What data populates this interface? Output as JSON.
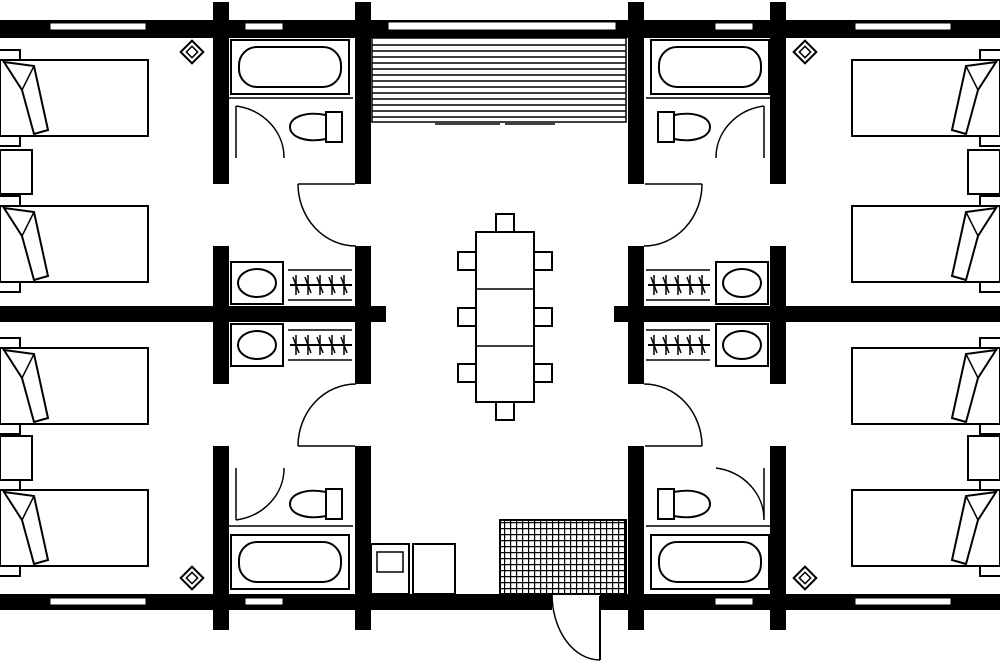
{
  "diagram": {
    "type": "floor-plan",
    "caption": "",
    "units": {
      "bedrooms": 4,
      "beds_per_bedroom": 2,
      "bathrooms": 4,
      "wardrobes": 4,
      "dining_chairs": 8
    },
    "colors": {
      "line": "#000000",
      "background": "#ffffff"
    }
  }
}
